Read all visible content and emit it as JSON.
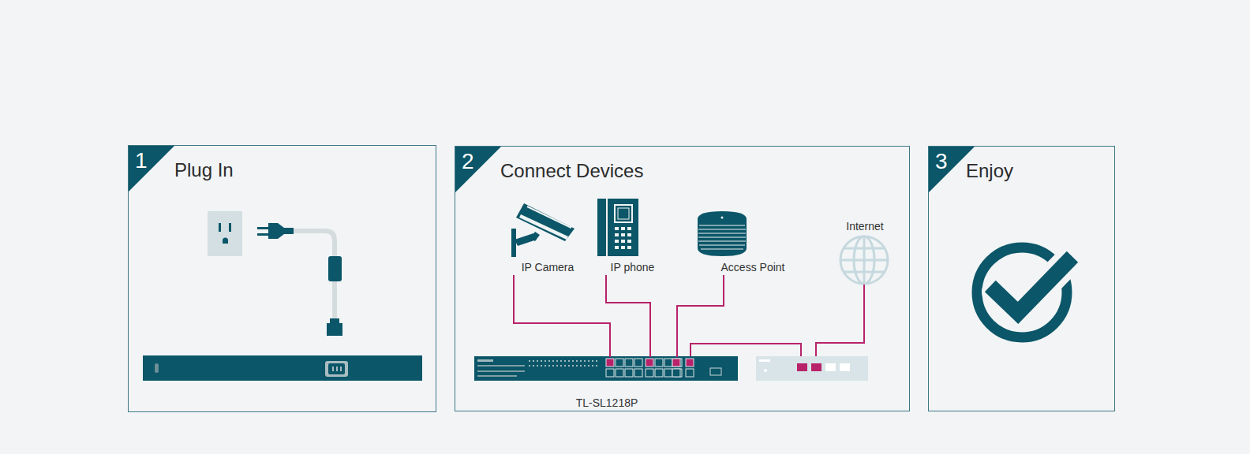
{
  "diagram": {
    "nodes": [
      {
        "text": [
          "1",
          "Plug In"
        ]
      },
      {
        "text": [
          "2",
          "Connect Devices"
        ]
      },
      {
        "text": [
          "IP Camera"
        ],
        "in": 1
      },
      {
        "text": [
          "IP phone"
        ],
        "in": 1
      },
      {
        "text": [
          "Access Point"
        ],
        "in": 1
      },
      {
        "text": [
          "Internet"
        ],
        "in": 1
      },
      {
        "text": [
          "TL-SL1218P"
        ],
        "in": 1
      },
      {
        "text": [
          "3",
          "Enjoy"
        ]
      }
    ],
    "edges": [
      {
        "from": 2,
        "to": 6,
        "arrow": "none"
      },
      {
        "from": 3,
        "to": 6,
        "arrow": "none"
      },
      {
        "from": 4,
        "to": 6,
        "arrow": "none"
      }
    ]
  }
}
